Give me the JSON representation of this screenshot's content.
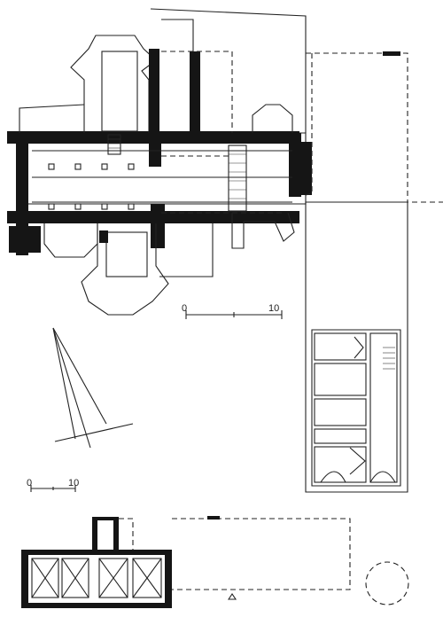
{
  "scales": {
    "upper_left": "0",
    "upper_right": "10",
    "lower_left": "0",
    "lower_right": "10"
  },
  "colors": {
    "ink": "#151515",
    "paper": "#ffffff"
  }
}
